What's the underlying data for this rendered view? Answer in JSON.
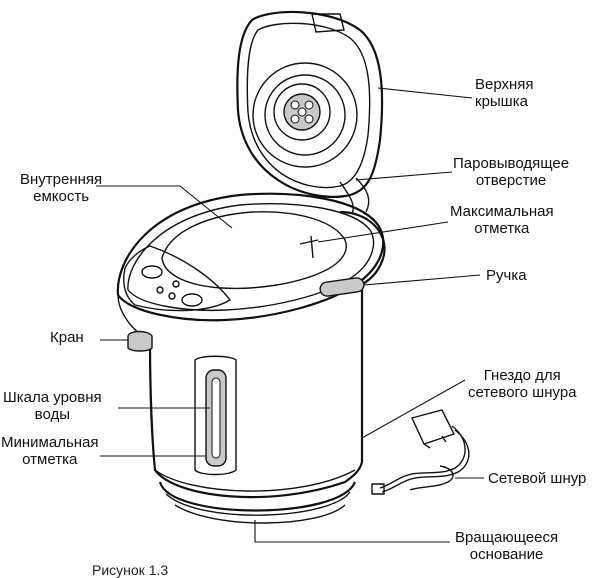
{
  "labels": {
    "top_lid": [
      "Верхняя",
      "крышка"
    ],
    "steam_vent": [
      "Паровыводящее",
      "отверстие"
    ],
    "max_mark": [
      "Максимальная",
      "отметка"
    ],
    "handle": [
      "Ручка"
    ],
    "inner_container": [
      "Внутренняя",
      "емкость"
    ],
    "tap": [
      "Кран"
    ],
    "water_scale": [
      "Шкала уровня",
      "воды"
    ],
    "min_mark": [
      "Минимальная",
      "отметка"
    ],
    "power_socket": [
      "Гнездо для",
      "сетевого шнура"
    ],
    "power_cord": [
      "Сетевой шнур"
    ],
    "rotating_base": [
      "Вращающееся",
      "основание"
    ]
  },
  "caption": "Рисунок 1.3"
}
